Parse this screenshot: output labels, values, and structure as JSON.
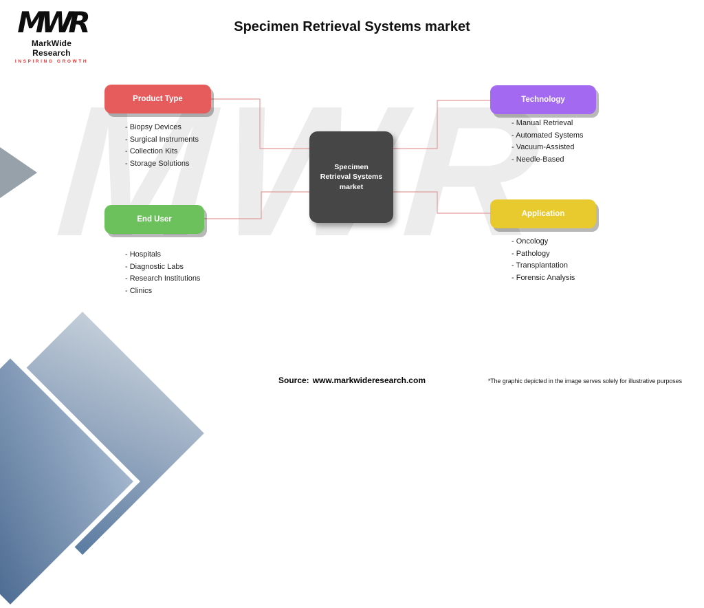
{
  "title": "Specimen Retrieval Systems market",
  "logo": {
    "monogram": "MWR",
    "name": "MarkWide Research",
    "tagline": "INSPIRING GROWTH",
    "tagline_color": "#e03131"
  },
  "center": {
    "label": "Specimen Retrieval Systems market",
    "color": "#464646"
  },
  "connector_color": "#e49b9b",
  "categories": [
    {
      "id": "product-type",
      "label": "Product Type",
      "color": "#e65c5c",
      "items": [
        "- Biopsy Devices",
        "- Surgical Instruments",
        "- Collection Kits",
        "- Storage Solutions"
      ]
    },
    {
      "id": "technology",
      "label": "Technology",
      "color": "#a369f0",
      "items": [
        "- Manual Retrieval",
        "- Automated Systems",
        "- Vacuum-Assisted",
        "- Needle-Based"
      ]
    },
    {
      "id": "end-user",
      "label": "End User",
      "color": "#6cc15c",
      "items": [
        "- Hospitals",
        "- Diagnostic Labs",
        "- Research Institutions",
        "- Clinics"
      ]
    },
    {
      "id": "application",
      "label": "Application",
      "color": "#e9ca2e",
      "items": [
        "- Oncology",
        "- Pathology",
        "- Transplantation",
        "- Forensic Analysis"
      ]
    }
  ],
  "footer": {
    "source_label": "Source:",
    "source_url": "www.markwideresearch.com",
    "disclaimer": "*The graphic depicted in the image serves solely for illustrative purposes"
  },
  "watermark": "MWR"
}
